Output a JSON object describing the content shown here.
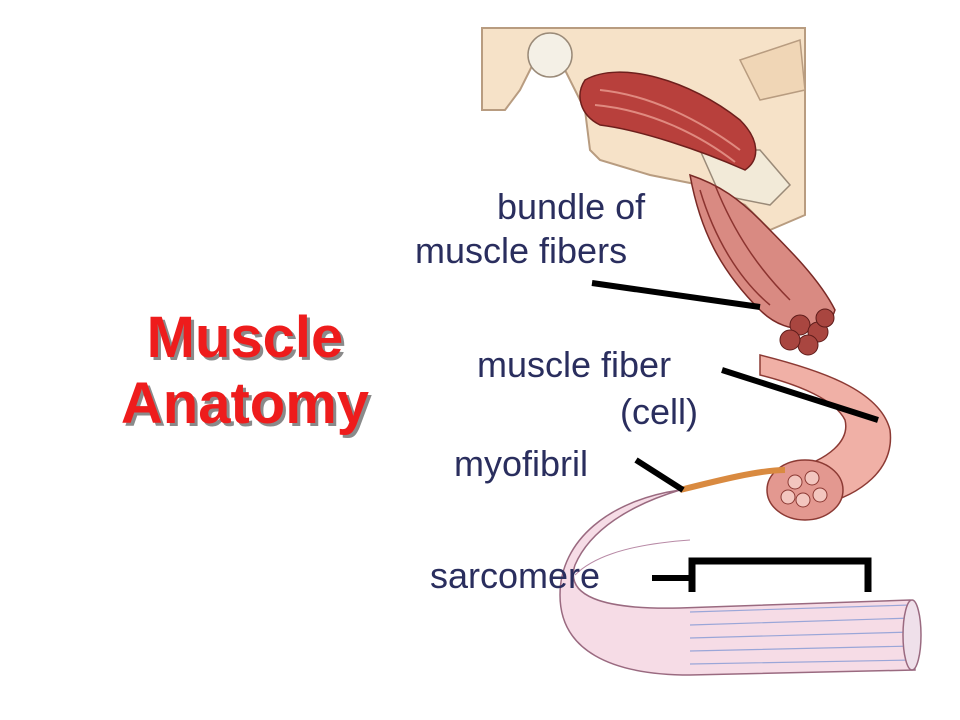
{
  "title": {
    "line1": "Muscle",
    "line2": "Anatomy"
  },
  "labels": {
    "bundle_line1": "bundle of",
    "bundle_line2": "muscle fibers",
    "fiber_line1": "muscle fiber",
    "fiber_line2": "(cell)",
    "myofibril": "myofibril",
    "sarcomere": "sarcomere"
  },
  "colors": {
    "title": "#ee1c1c",
    "label_text": "#2a2e5e",
    "muscle": "#c1554f",
    "skin": "#f4dcc0"
  }
}
